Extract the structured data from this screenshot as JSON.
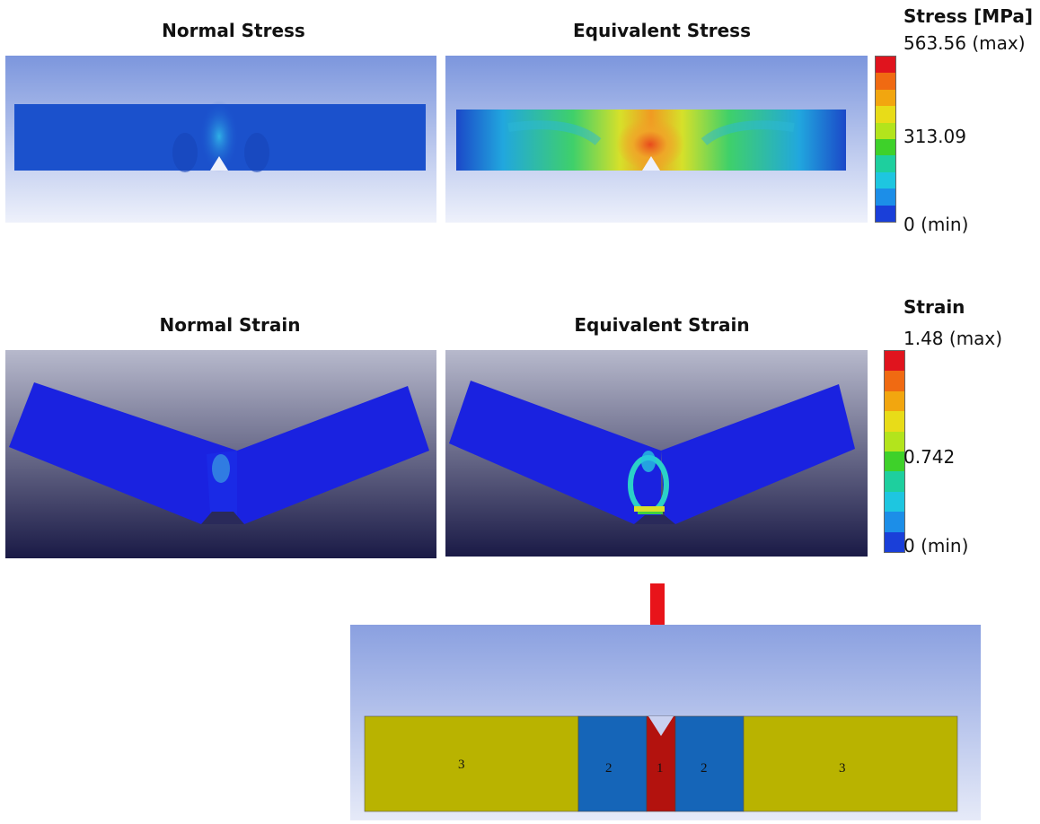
{
  "panels": {
    "normal_stress": {
      "title": "Normal  Stress"
    },
    "equivalent_stress": {
      "title": "Equivalent Stress"
    },
    "normal_strain": {
      "title": "Normal  Strain"
    },
    "equivalent_strain": {
      "title": "Equivalent Strain"
    }
  },
  "stress_legend": {
    "title": "Stress [MPa]",
    "max_label": "563.56 (max)",
    "mid_label": "313.09",
    "min_label": "0 (min)",
    "colors": [
      "#e0141e",
      "#f06a12",
      "#f2a60f",
      "#e8dc18",
      "#b3e41c",
      "#3ed12a",
      "#1ecf9e",
      "#1ec6e0",
      "#1c8ee8",
      "#1a3fd9"
    ]
  },
  "strain_legend": {
    "title": "Strain",
    "max_label": "1.48 (max)",
    "mid_label": "0.742",
    "min_label": "0 (min)",
    "colors": [
      "#e0141e",
      "#f06a12",
      "#f2a60f",
      "#e8dc18",
      "#b3e41c",
      "#3ed12a",
      "#1ecf9e",
      "#1ec6e0",
      "#1c8ee8",
      "#1a3fd9"
    ]
  },
  "zones": {
    "labels": [
      "3",
      "2",
      "1",
      "2",
      "3"
    ],
    "colors": {
      "zone_3": "#b9b300",
      "zone_2": "#1565b8",
      "zone_1": "#b3120e"
    }
  },
  "arrow_color": "#e8141a"
}
